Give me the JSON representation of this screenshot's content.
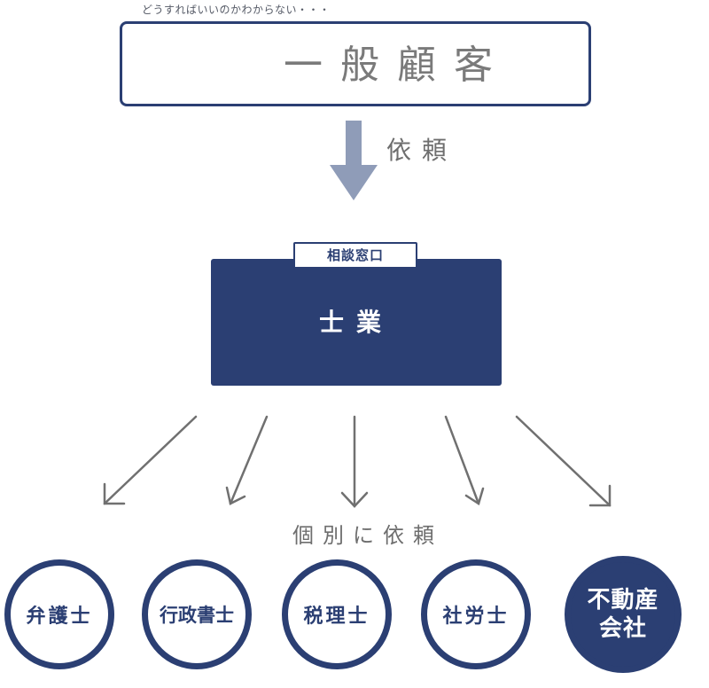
{
  "customer": {
    "thought": "どうすればいいのかわからない・・・",
    "title": "一般顧客"
  },
  "flow": {
    "request_label": "依頼",
    "individual_label": "個別に依頼"
  },
  "professional": {
    "window_label": "相談窓口",
    "title": "士業"
  },
  "specialists": [
    {
      "label": "弁護士"
    },
    {
      "label": "行政書士"
    },
    {
      "label": "税理士"
    },
    {
      "label": "社労士"
    },
    {
      "label": "不動産会社"
    }
  ],
  "colors": {
    "navy": "#2b3f73",
    "main_arrow": "#8f9cb8",
    "branch_arrow": "#707070",
    "label_gray": "#6e6e6e"
  }
}
